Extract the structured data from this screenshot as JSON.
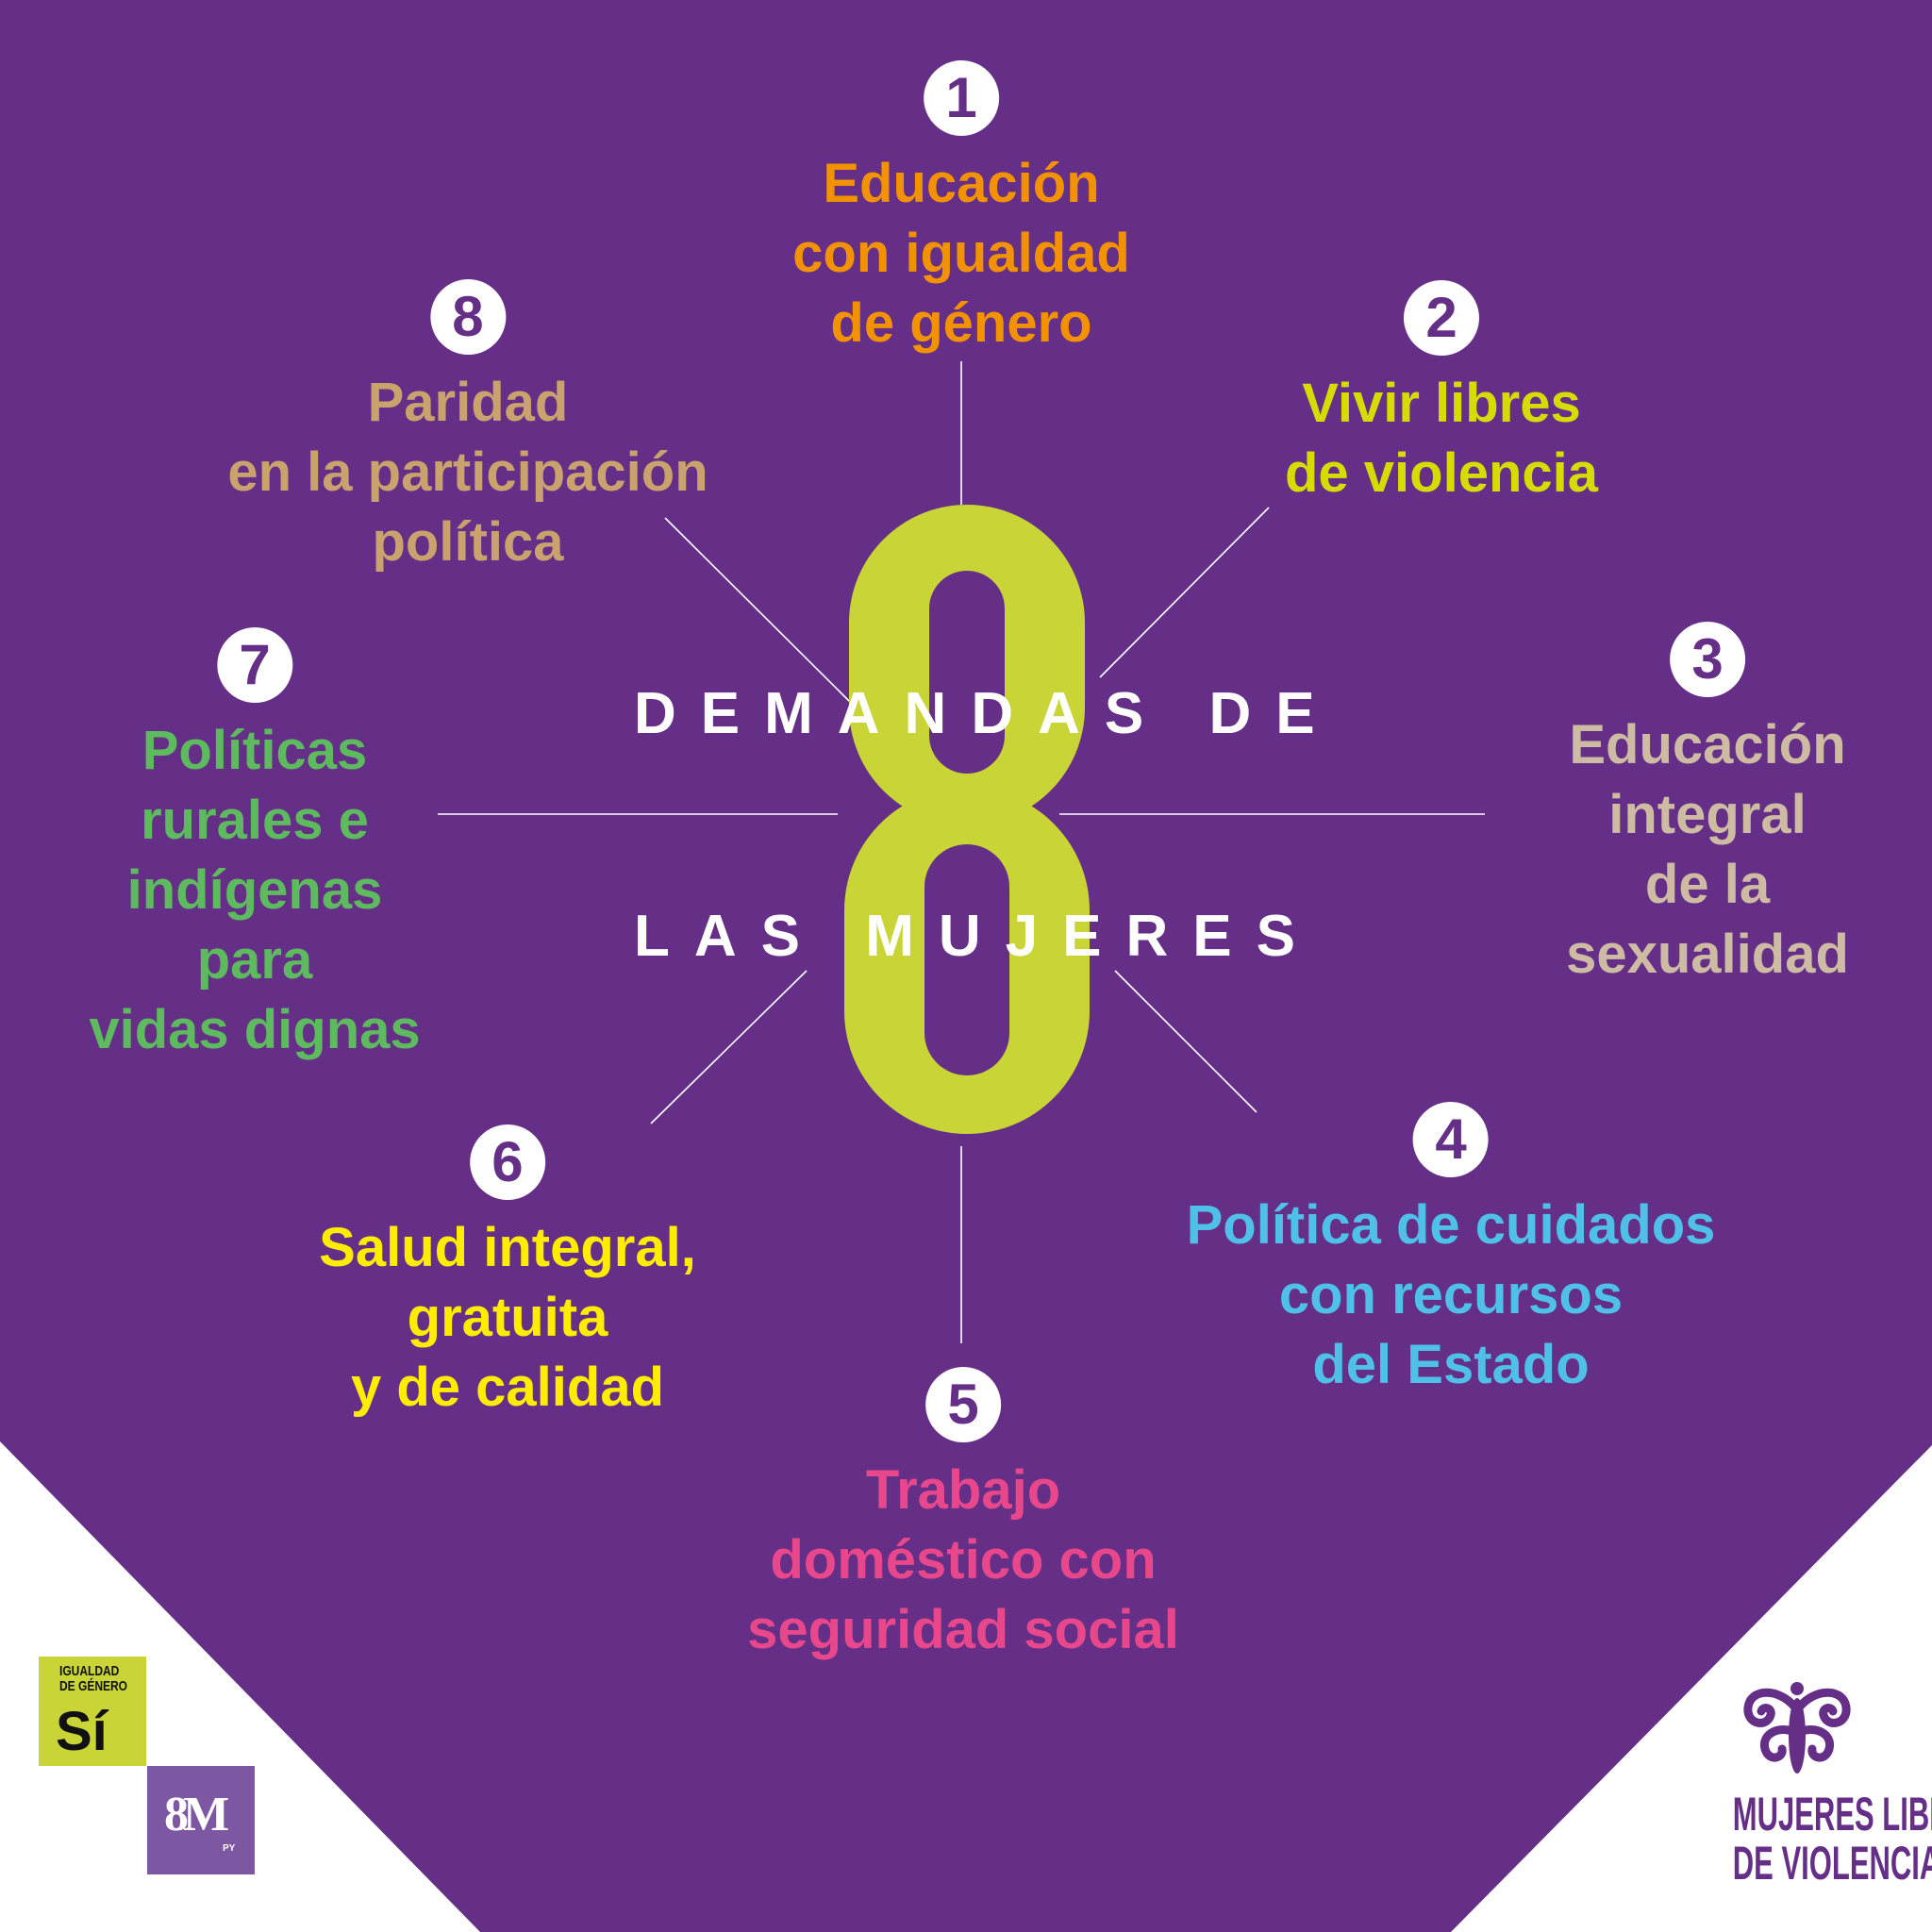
{
  "colors": {
    "background": "#652f87",
    "eight": "#c9d436"
  },
  "center": {
    "big_number": "8",
    "line1": "DEMANDAS DE",
    "line2": "LAS MUJERES"
  },
  "demands": [
    {
      "number": "1",
      "lines": [
        "Educación",
        "con igualdad",
        "de género"
      ],
      "color": "#f39200"
    },
    {
      "number": "2",
      "lines": [
        "Vivir libres",
        "de violencia"
      ],
      "color": "#d6dc00"
    },
    {
      "number": "3",
      "lines": [
        "Educación",
        "integral",
        "de la",
        "sexualidad"
      ],
      "color": "#cdbba3"
    },
    {
      "number": "4",
      "lines": [
        "Política de cuidados",
        "con recursos",
        "del Estado"
      ],
      "color": "#4fc0e8"
    },
    {
      "number": "5",
      "lines": [
        "Trabajo",
        "doméstico con",
        "seguridad social"
      ],
      "color": "#e8478b"
    },
    {
      "number": "6",
      "lines": [
        "Salud integral,",
        "gratuita",
        "y de calidad"
      ],
      "color": "#ffed00"
    },
    {
      "number": "7",
      "lines": [
        "Políticas",
        "rurales e",
        "indígenas",
        "para",
        "vidas dignas"
      ],
      "color": "#5dba5e"
    },
    {
      "number": "8",
      "lines": [
        "Paridad",
        "en la participación",
        "política"
      ],
      "color": "#c9a26e"
    }
  ],
  "logos": {
    "igualdad": {
      "line1": "IGUALDAD",
      "line2": "DE GÉNERO",
      "mark": "Sí"
    },
    "eightm": {
      "mark": "8M",
      "sub": "PY"
    },
    "mujeres": {
      "line1": "MUJERES LIBRES",
      "line2": "DE VIOLENCIA"
    }
  }
}
